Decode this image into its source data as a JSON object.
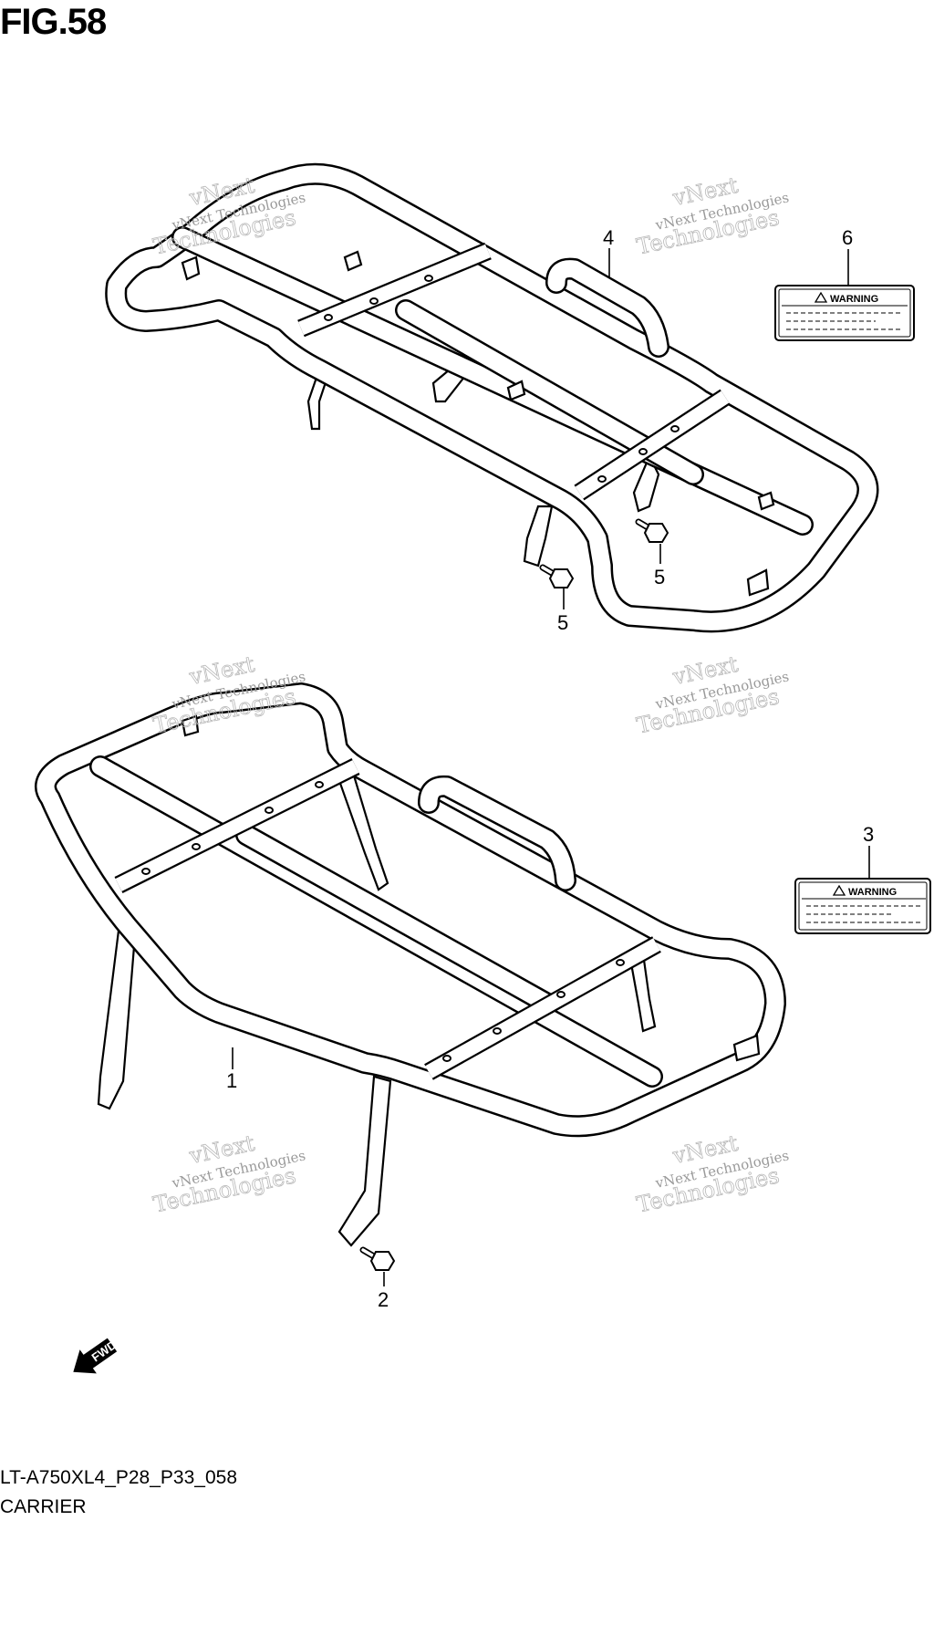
{
  "figure": {
    "title": "FIG.58",
    "model_code": "LT-A750XL4_P28_P33_058",
    "section_name": "CARRIER"
  },
  "callouts": {
    "front_carrier": "1",
    "bolt_front": "2",
    "label_front": "3",
    "rear_carrier": "4",
    "bolt_rear_left": "5",
    "bolt_rear_right": "5",
    "label_rear": "6"
  },
  "warning_label": {
    "heading": "WARNING"
  },
  "fwd_arrow": {
    "text": "FWD"
  },
  "watermark": {
    "line1": "vNext Technologies",
    "line2": "Technologies",
    "line3": "vNext"
  },
  "colors": {
    "line": "#000000",
    "watermark": "#b0b0b0",
    "background": "#ffffff"
  }
}
